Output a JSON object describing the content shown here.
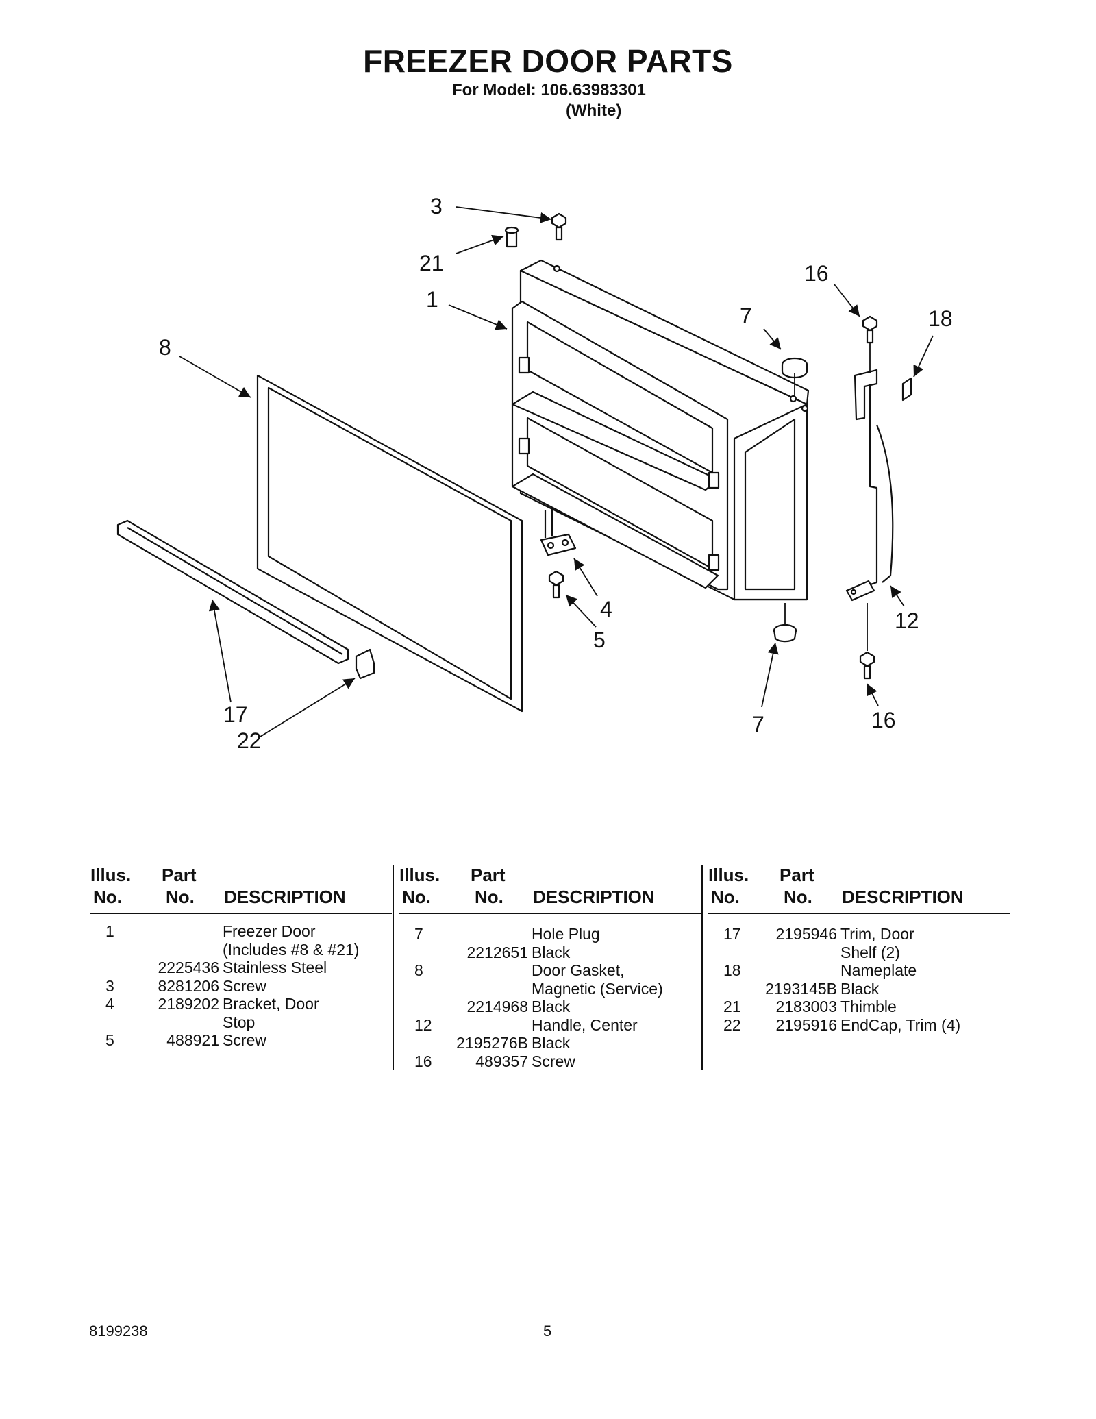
{
  "header": {
    "title": "FREEZER DOOR PARTS",
    "model_line": "For Model: 106.63983301",
    "color_line": "(White)"
  },
  "diagram": {
    "callouts": {
      "c3": "3",
      "c21": "21",
      "c1": "1",
      "c8": "8",
      "c16a": "16",
      "c7a": "7",
      "c18": "18",
      "c4": "4",
      "c5": "5",
      "c12": "12",
      "c17": "17",
      "c22": "22",
      "c7b": "7",
      "c16b": "16"
    }
  },
  "table": {
    "headers": {
      "illus": "Illus.",
      "illus_no": "No.",
      "part": "Part",
      "part_no": "No.",
      "description": "DESCRIPTION"
    },
    "columns": [
      {
        "rows": [
          {
            "illus": "1",
            "part": "",
            "desc": "Freezer Door"
          },
          {
            "illus": "",
            "part": "",
            "desc": "(Includes #8 & #21)"
          },
          {
            "illus": "",
            "part": "2225436",
            "desc": "Stainless Steel"
          },
          {
            "illus": "3",
            "part": "8281206",
            "desc": "Screw"
          },
          {
            "illus": "4",
            "part": "2189202",
            "desc": "Bracket, Door"
          },
          {
            "illus": "",
            "part": "",
            "desc": "Stop"
          },
          {
            "illus": "5",
            "part": "488921",
            "desc": "Screw"
          }
        ]
      },
      {
        "rows": [
          {
            "illus": "7",
            "part": "",
            "desc": "Hole Plug"
          },
          {
            "illus": "",
            "part": "2212651",
            "desc": "Black"
          },
          {
            "illus": "8",
            "part": "",
            "desc": "Door Gasket,"
          },
          {
            "illus": "",
            "part": "",
            "desc": "Magnetic (Service)"
          },
          {
            "illus": "",
            "part": "2214968",
            "desc": "Black"
          },
          {
            "illus": "12",
            "part": "",
            "desc": "Handle, Center"
          },
          {
            "illus": "",
            "part": "2195276B",
            "desc": "Black"
          },
          {
            "illus": "16",
            "part": "489357",
            "desc": "Screw"
          }
        ]
      },
      {
        "rows": [
          {
            "illus": "17",
            "part": "2195946",
            "desc": "Trim, Door"
          },
          {
            "illus": "",
            "part": "",
            "desc": "Shelf (2)"
          },
          {
            "illus": "18",
            "part": "",
            "desc": "Nameplate"
          },
          {
            "illus": "",
            "part": "2193145B",
            "desc": "Black"
          },
          {
            "illus": "21",
            "part": "2183003",
            "desc": "Thimble"
          },
          {
            "illus": "22",
            "part": "2195916",
            "desc": "EndCap, Trim (4)"
          }
        ]
      }
    ]
  },
  "footer": {
    "doc_number": "8199238",
    "page_number": "5"
  }
}
